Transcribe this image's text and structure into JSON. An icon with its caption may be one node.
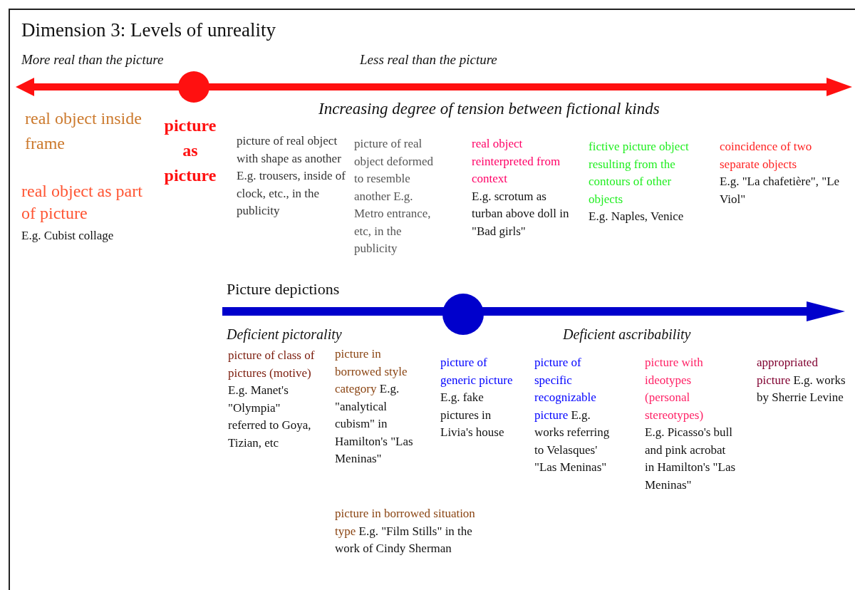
{
  "diagram": {
    "title": "Dimension 3: Levels of unreality",
    "labels": [
      "More real than the picture",
      "Less real than the picture",
      "Increasing degree of tension between fictional kinds",
      "real object inside frame",
      "picture as picture",
      "real object as part of picture",
      "E.g. Cubist collage",
      "picture of real object with shape as another E.g. trousers, inside of clock, etc., in the publicity",
      "picture of real object deformed to resemble another E.g. Metro entrance, etc, in the publicity",
      "real object reinterpreted from context",
      "E.g. scrotum as turban above doll in \"Bad girls\"",
      "fictive picture object resulting from the contours of other objects",
      "E.g. Naples, Venice",
      "coincidence of two separate objects",
      "E.g. \"La chafetière\", \"Le Viol\"",
      "Picture depictions",
      "Deficient pictorality",
      "Deficient ascribability",
      "picture of class of pictures (motive)",
      "E.g. Manet's \"Olympia\" referred to Goya, Tizian, etc",
      "picture in borrowed style category",
      "E.g. \"analytical cubism\" in Hamilton's \"Las Meninas\"",
      "picture in borrowed situation type",
      "E.g. \"Film Stills\" in the work of Cindy Sherman",
      "picture of generic picture",
      "E.g. fake pictures in Livia's house",
      "picture of specific recognizable picture",
      "E.g. works referring to Velasques' \"Las Meninas\"",
      "picture with ideotypes (personal stereotypes)",
      "E.g. Picasso's bull and pink acrobat in Hamilton's \"Las Meninas\"",
      "appropriated picture",
      "E.g. works by Sherrie Levine"
    ]
  }
}
